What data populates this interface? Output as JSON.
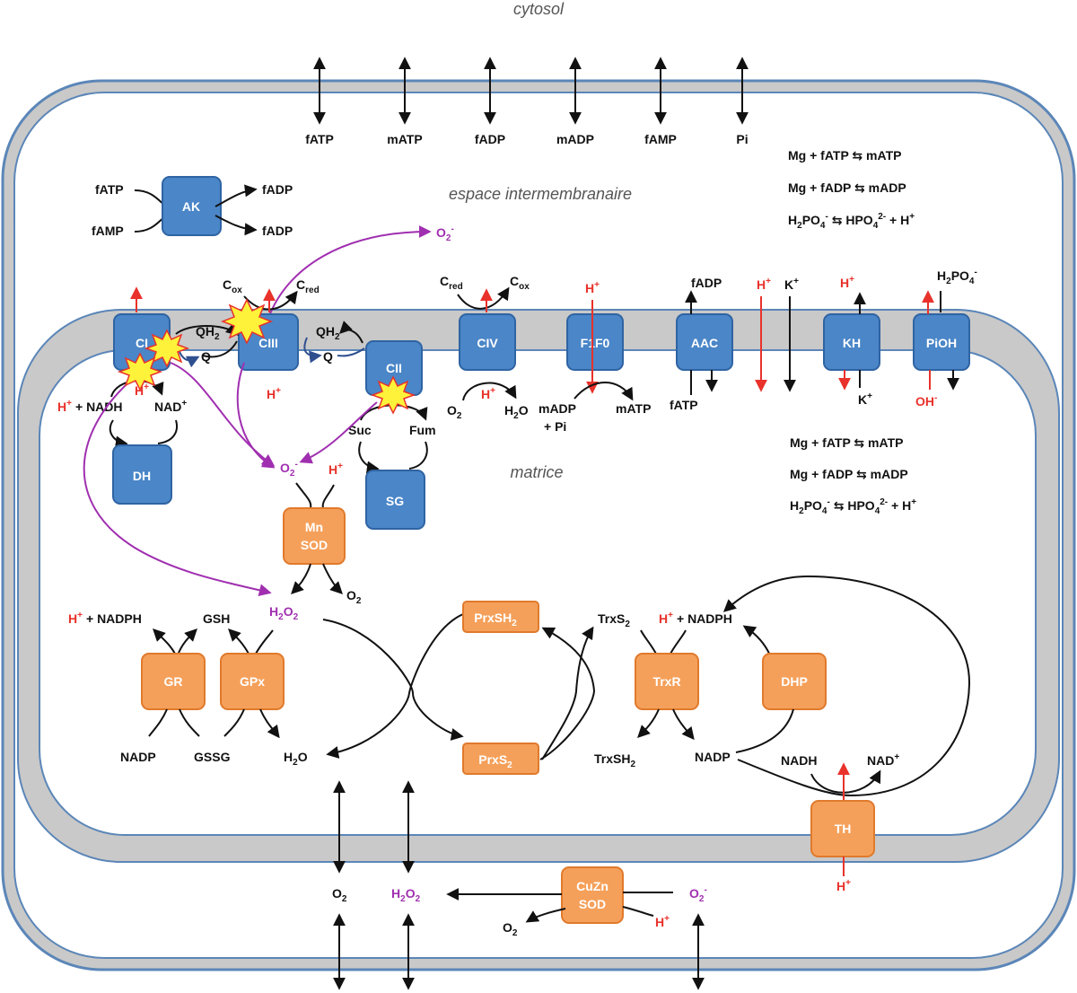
{
  "regions": {
    "cytosol": "cytosol",
    "intermembrane": "espace intermembranaire",
    "matrix": "matrice"
  },
  "top_exchange": [
    "fATP",
    "mATP",
    "fADP",
    "mADP",
    "fAMP",
    "Pi"
  ],
  "equilibria_top": {
    "e1": "Mg + fATP ⇆ mATP",
    "e2": "Mg + fADP ⇆ mADP"
  },
  "equilibria_matrix": {
    "e1": "Mg + fATP ⇆ mATP",
    "e2": "Mg + fADP ⇆ mADP"
  },
  "ak": {
    "box": "AK",
    "in1": "fATP",
    "in2": "fAMP",
    "out1": "fADP",
    "out2": "fADP"
  },
  "superoxide": "O",
  "cytc": {
    "c": "C",
    "ox": "ox",
    "red": "red"
  },
  "proton": "H",
  "complexes": {
    "ci": "CI",
    "ciii": "CIII",
    "cii": "CII",
    "civ": "CIV",
    "f1f0": "F1F0",
    "aac": "AAC",
    "kh": "KH",
    "pioh": "PiOH"
  },
  "quinone": {
    "qh2": "QH",
    "q": "Q"
  },
  "etc_labels": {
    "nadh": "+ NADH",
    "nad": "NAD",
    "suc": "Suc",
    "fum": "Fum",
    "o2": "O",
    "h2o": "H",
    "madp": "mADP",
    "pi": "+ Pi",
    "matp": "mATP",
    "fadp": "fADP",
    "fatp": "fATP",
    "k": "K",
    "oh": "OH",
    "h2po4": "H"
  },
  "dehydrogenases": {
    "dh": "DH",
    "sg": "SG"
  },
  "antioxidant": {
    "mnsod1": "Mn",
    "mnsod2": "SOD",
    "h2o2": "H",
    "o2": "O",
    "nadph_left": "+ NADPH",
    "gsh": "GSH",
    "gr": "GR",
    "gpx": "GPx",
    "nadp_left": "NADP",
    "gssg": "GSSG",
    "h2o": "H",
    "prxsh2": "PrxSH",
    "prxs2": "PrxS",
    "trxs2": "TrxS",
    "trxsh2": "TrxSH",
    "nadph_right": "+ NADPH",
    "trxr": "TrxR",
    "dhp": "DHP",
    "nadp_right": "NADP",
    "nadh": "NADH",
    "nad": "NAD",
    "th": "TH"
  },
  "bottom": {
    "o2": "O",
    "h2o2": "H",
    "cuzn1": "CuZn",
    "cuzn2": "SOD",
    "o2b": "O",
    "superoxide": "O"
  },
  "colors": {
    "membrane_outer": "#5b86b8",
    "membrane_gray": "#c9c9c9",
    "blue_box": "#4a86c8",
    "orange_box": "#f5a05a",
    "proton_red": "#e8322b",
    "ros_purple": "#a02fb0",
    "star_yellow": "#fff23a"
  }
}
